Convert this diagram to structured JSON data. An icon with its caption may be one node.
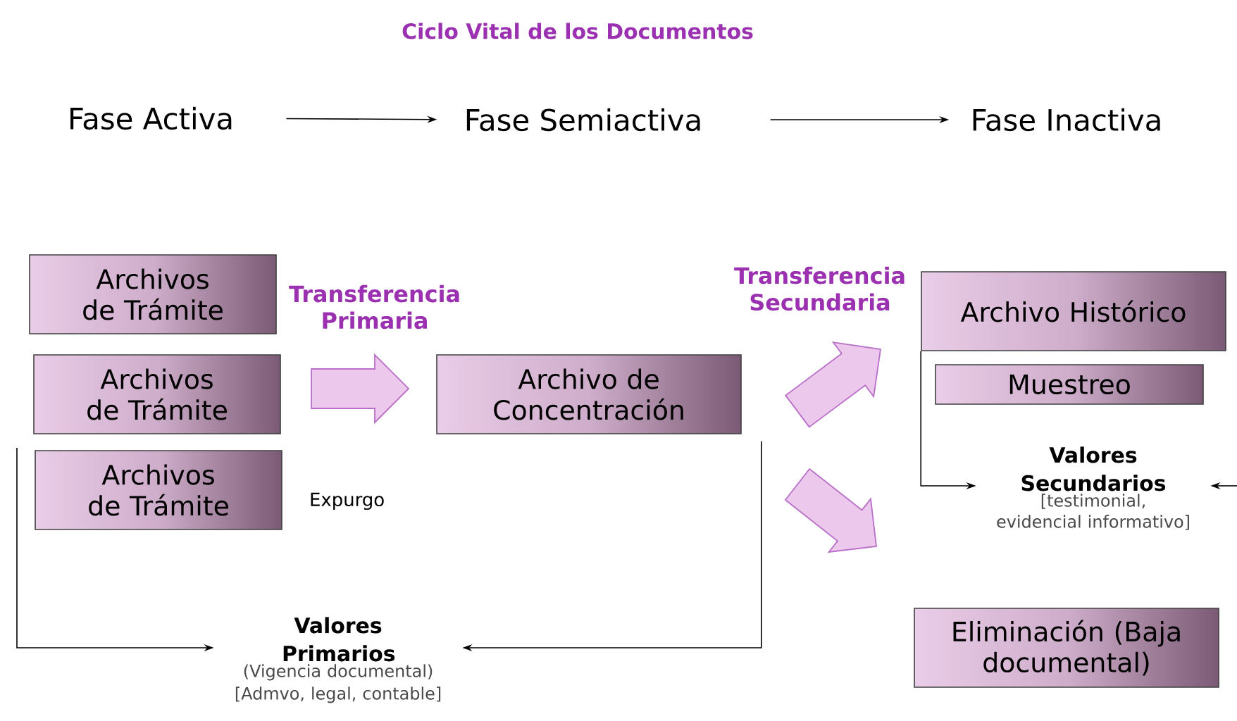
{
  "diagram": {
    "title": "Ciclo Vital de los Documentos",
    "nodes": [
      {
        "text": [
          "Fase Activa"
        ]
      },
      {
        "text": [
          "Fase Semiactiva"
        ]
      },
      {
        "text": [
          "Fase Inactiva"
        ]
      },
      {
        "text": [
          "Archivos de Trámite"
        ]
      },
      {
        "text": [
          "Archivos de Trámite"
        ]
      },
      {
        "text": [
          "Archivos de Trámite"
        ]
      },
      {
        "text": [
          "Archivo de Concentración"
        ]
      },
      {
        "text": [
          "Archivo Histórico"
        ]
      },
      {
        "text": [
          "Muestreo"
        ]
      },
      {
        "text": [
          "Eliminación (Baja documental)"
        ]
      },
      {
        "text": [
          "Valores Primarios",
          "(Vigencia documental)",
          "[Admvo, legal, contable]"
        ]
      },
      {
        "text": [
          "Valores Secundarios",
          "[testimonial, evidencial informativo]"
        ]
      }
    ],
    "edges": [
      {
        "from": 0,
        "to": 1,
        "arrow": "to"
      },
      {
        "from": 1,
        "to": 2,
        "arrow": "to"
      },
      {
        "from": 4,
        "to": 6,
        "arrow": "to",
        "label": "Transferencia Primaria",
        "style": "thick",
        "color": "#ecc8ec"
      },
      {
        "from": 6,
        "to": 7,
        "arrow": "to",
        "label": "Transferencia Secundaria",
        "style": "thick",
        "color": "#ecc8ec"
      },
      {
        "from": 6,
        "to": 9,
        "arrow": "to",
        "style": "thick",
        "color": "#ecc8ec"
      },
      {
        "from": null,
        "to": 10,
        "arrow": "to"
      },
      {
        "from": 6,
        "to": 10,
        "arrow": "to"
      },
      {
        "from": 7,
        "to": 11,
        "arrow": "to"
      },
      {
        "from": null,
        "to": 11,
        "arrow": "to"
      }
    ],
    "labels": [
      "Expurgo"
    ]
  }
}
